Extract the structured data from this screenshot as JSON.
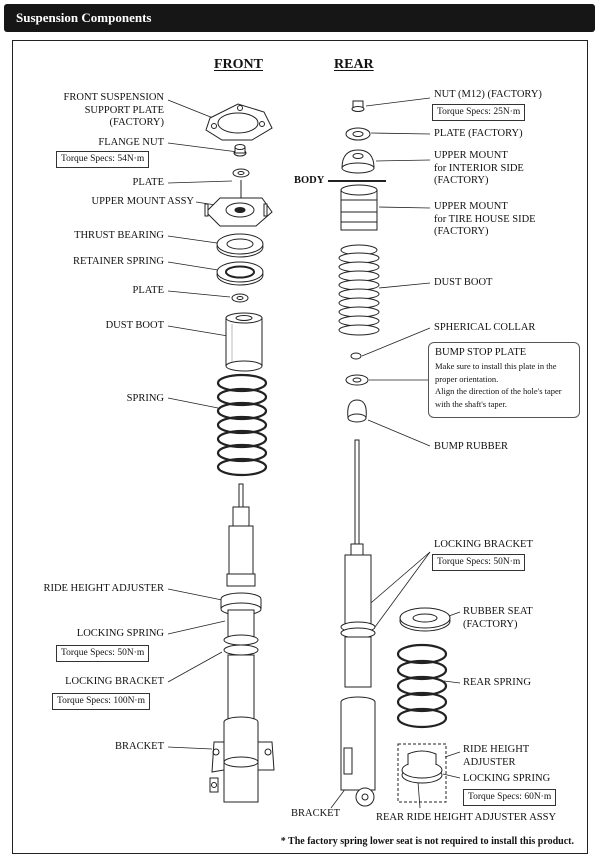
{
  "header": {
    "title": "Suspension Components"
  },
  "sections": {
    "front": "FRONT",
    "rear": "REAR"
  },
  "front": {
    "support_plate": [
      "FRONT SUSPENSION",
      "SUPPORT PLATE",
      "(FACTORY)"
    ],
    "flange_nut": "FLANGE NUT",
    "flange_nut_torque": "Torque Specs: 54N·m",
    "plate1": "PLATE",
    "upper_mount": "UPPER MOUNT ASSY",
    "thrust_bearing": "THRUST BEARING",
    "retainer_spring": "RETAINER SPRING",
    "plate2": "PLATE",
    "dust_boot": "DUST BOOT",
    "spring": "SPRING",
    "ride_height_adjuster": "RIDE HEIGHT ADJUSTER",
    "locking_spring": "LOCKING SPRING",
    "locking_spring_torque": "Torque Specs: 50N·m",
    "locking_bracket": "LOCKING BRACKET",
    "locking_bracket_torque": "Torque Specs: 100N·m",
    "bracket": "BRACKET"
  },
  "rear": {
    "body": "BODY",
    "nut": "NUT (M12) (FACTORY)",
    "nut_torque": "Torque Specs: 25N·m",
    "plate": "PLATE (FACTORY)",
    "upper_mount_interior": [
      "UPPER MOUNT",
      "for INTERIOR SIDE",
      "(FACTORY)"
    ],
    "upper_mount_tire": [
      "UPPER MOUNT",
      "for TIRE HOUSE SIDE",
      "(FACTORY)"
    ],
    "dust_boot": "DUST BOOT",
    "spherical_collar": "SPHERICAL COLLAR",
    "bump_stop": {
      "title": "BUMP STOP PLATE",
      "lines": [
        "Make sure to install this plate in the",
        "proper orientation.",
        "Align the direction of the hole's taper",
        "with the shaft's taper."
      ]
    },
    "bump_rubber": "BUMP RUBBER",
    "locking_bracket": "LOCKING BRACKET",
    "locking_bracket_torque": "Torque Specs: 50N·m",
    "rubber_seat": [
      "RUBBER SEAT",
      "(FACTORY)"
    ],
    "rear_spring": "REAR SPRING",
    "ride_height_adjuster": [
      "RIDE HEIGHT",
      "ADJUSTER"
    ],
    "locking_spring": "LOCKING SPRING",
    "locking_spring_torque": "Torque Specs: 60N·m",
    "bracket": "BRACKET",
    "rear_ride_height_assy": "REAR RIDE HEIGHT ADJUSTER ASSY"
  },
  "footnote": "* The factory spring lower seat is not required to install this product."
}
